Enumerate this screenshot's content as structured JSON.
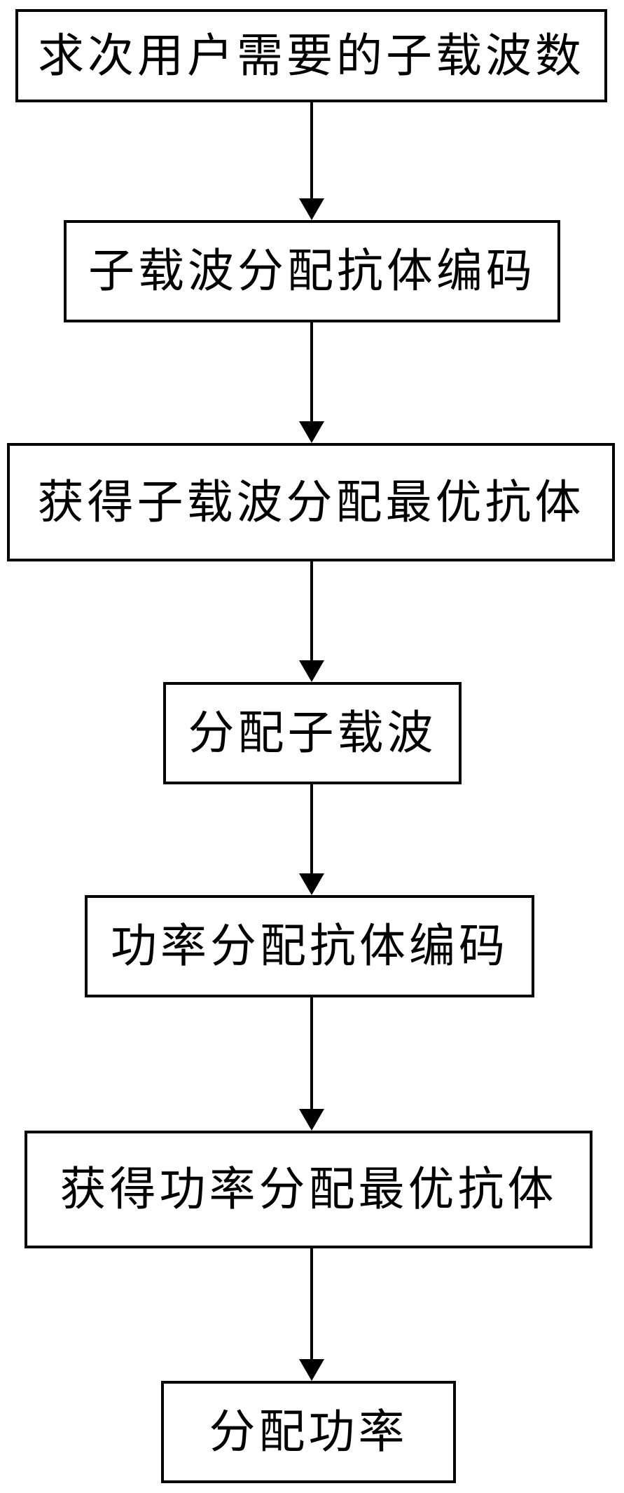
{
  "diagram": {
    "type": "flowchart",
    "background_color": "#ffffff",
    "line_color": "#000000",
    "steps": [
      {
        "label": "求次用户需要的子载波数"
      },
      {
        "label": "子载波分配抗体编码"
      },
      {
        "label": "获得子载波分配最优抗体"
      },
      {
        "label": "分配子载波"
      },
      {
        "label": "功率分配抗体编码"
      },
      {
        "label": "获得功率分配最优抗体"
      },
      {
        "label": "分配功率"
      }
    ]
  }
}
